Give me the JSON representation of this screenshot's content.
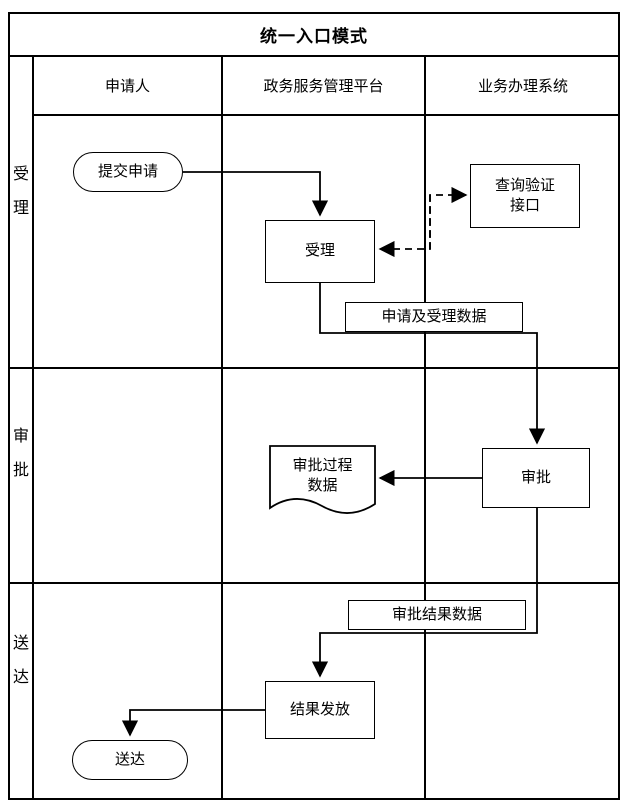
{
  "title": "统一入口模式",
  "header": {
    "columns": [
      {
        "label": "申请人"
      },
      {
        "label": "政务服务管理平台"
      },
      {
        "label": "业务办理系统"
      }
    ]
  },
  "lanes": [
    {
      "label": "受理"
    },
    {
      "label": "审批"
    },
    {
      "label": "送达"
    }
  ],
  "nodes": {
    "submit_application": {
      "label": "提交申请",
      "shape": "stadium"
    },
    "accept": {
      "label": "受理",
      "shape": "rect"
    },
    "query_verify_interface": {
      "label": "查询验证接口",
      "shape": "rect"
    },
    "application_accept_data": {
      "label": "申请及受理数据",
      "shape": "label-box"
    },
    "approval_process_data": {
      "label": "审批过程数据",
      "shape": "document"
    },
    "approve": {
      "label": "审批",
      "shape": "rect"
    },
    "approval_result_data": {
      "label": "审批结果数据",
      "shape": "label-box"
    },
    "result_issue": {
      "label": "结果发放",
      "shape": "rect"
    },
    "deliver": {
      "label": "送达",
      "shape": "stadium"
    }
  },
  "colors": {
    "line": "#000000",
    "background": "#ffffff"
  }
}
